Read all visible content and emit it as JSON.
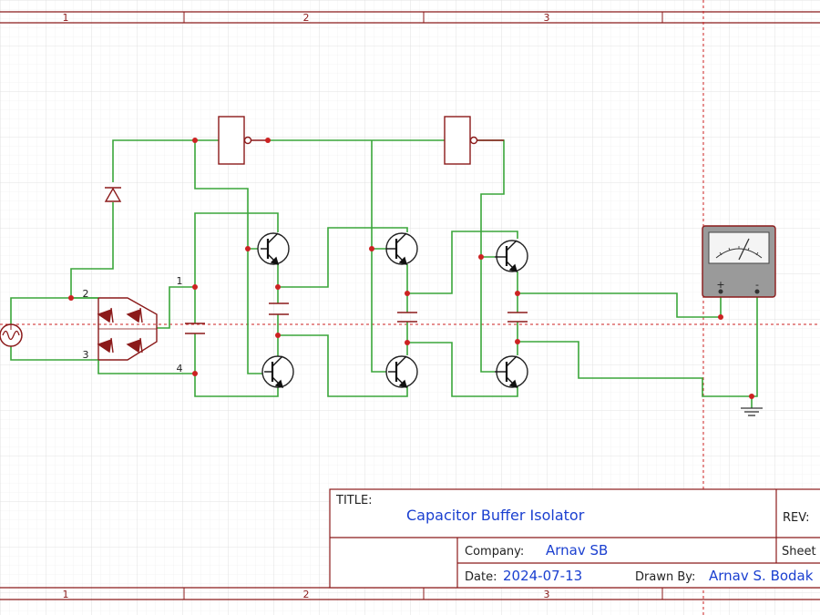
{
  "frame": {
    "columns_top": [
      "1",
      "2",
      "3"
    ],
    "columns_bottom": [
      "1",
      "2",
      "3"
    ]
  },
  "nets": {
    "n1": "1",
    "n2": "2",
    "n3": "3",
    "n4": "4"
  },
  "meter": {
    "plus": "+",
    "minus": "-"
  },
  "title_block": {
    "title_label": "TITLE:",
    "title": "Capacitor Buffer Isolator",
    "rev_label": "REV:",
    "company_label": "Company:",
    "company": "Arnav SB",
    "sheet_label": "Sheet",
    "date_label": "Date:",
    "date": "2024-07-13",
    "drawn_by_label": "Drawn By:",
    "drawn_by": "Arnav S. Bodak"
  },
  "colors": {
    "wire": "#3aa63a",
    "component": "#8b1a1a",
    "junction": "#cc2222",
    "text_value": "#1a3fd0"
  }
}
